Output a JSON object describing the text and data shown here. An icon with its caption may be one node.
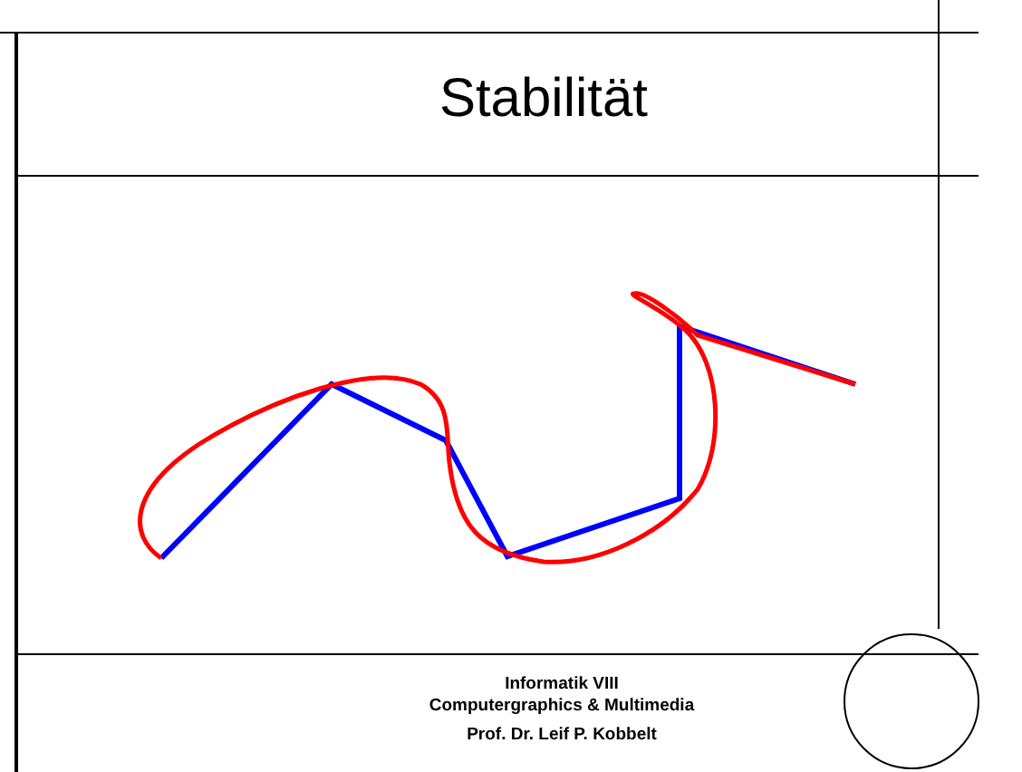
{
  "diagram": {
    "title": "Stabilität",
    "labels": [
      "Informatik VIII",
      "Computergraphics & Multimedia",
      "Prof. Dr. Leif P. Kobbelt"
    ]
  }
}
